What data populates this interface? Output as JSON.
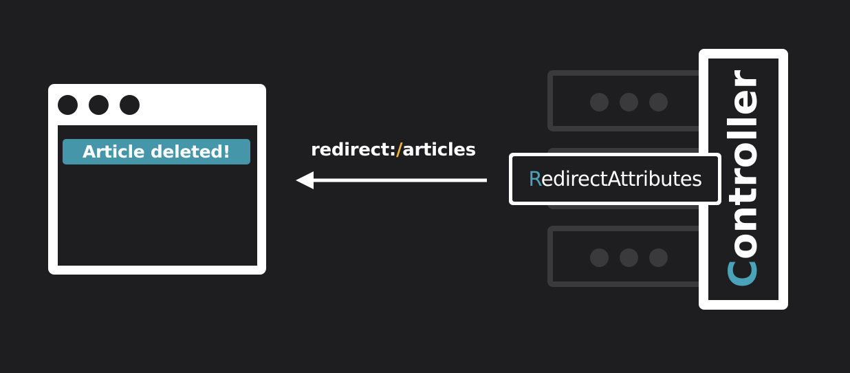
{
  "browser": {
    "toast_text": "Article deleted!"
  },
  "arrow": {
    "label_before": "redirect",
    "label_colon": ":",
    "label_slash": "/",
    "label_after": "articles",
    "slash_color": "#f2b233"
  },
  "redirect_attributes": {
    "first_letter": "R",
    "rest": "edirectAttributes"
  },
  "controller": {
    "first_letter": "C",
    "rest": "ontroller"
  },
  "colors": {
    "background": "#1e1e21",
    "accent": "#4596a8",
    "foreground": "#ffffff",
    "rack": "#3a3a3d"
  }
}
